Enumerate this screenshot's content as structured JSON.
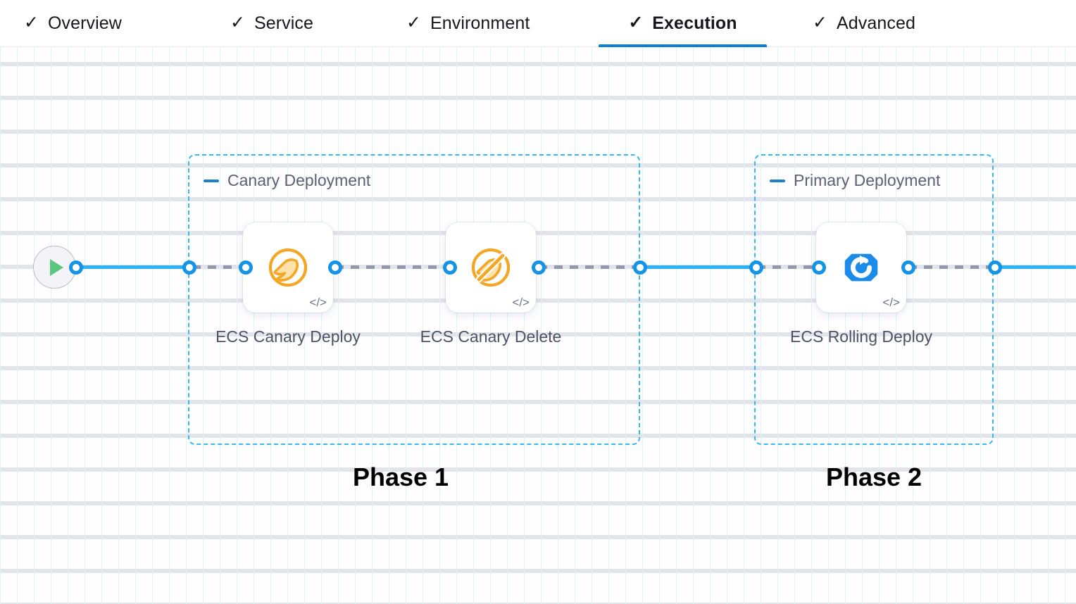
{
  "tabs": [
    {
      "label": "Overview",
      "icon": "check-icon",
      "active": false
    },
    {
      "label": "Service",
      "icon": "check-icon",
      "active": false
    },
    {
      "label": "Environment",
      "icon": "check-icon",
      "active": false
    },
    {
      "label": "Execution",
      "icon": "check-icon",
      "active": true
    },
    {
      "label": "Advanced",
      "icon": "check-icon",
      "active": false
    }
  ],
  "canvas": {
    "start_node": {
      "icon": "play-icon"
    },
    "groups": [
      {
        "title": "Canary Deployment",
        "collapse_icon": "minus-icon"
      },
      {
        "title": "Primary Deployment",
        "collapse_icon": "minus-icon"
      }
    ],
    "nodes": [
      {
        "label": "ECS Canary Deploy",
        "icon": "canary-bird-icon",
        "badge_icon": "code-icon",
        "badge_label": "</>"
      },
      {
        "label": "ECS Canary Delete",
        "icon": "canary-bird-delete-icon",
        "badge_icon": "code-icon",
        "badge_label": "</>"
      },
      {
        "label": "ECS Rolling Deploy",
        "icon": "rolling-deploy-icon",
        "badge_icon": "code-icon",
        "badge_label": "</>"
      }
    ],
    "phase_captions": [
      "Phase 1",
      "Phase 2"
    ]
  },
  "colors": {
    "accent_blue": "#0b7fd4",
    "edge_blue": "#2cb3f5",
    "port_blue": "#1593e6",
    "group_border": "#35b9f2",
    "edge_dashed_gray": "#9299ab",
    "canary_orange": "#f5a623",
    "rolling_blue": "#1b8bea",
    "play_green": "#5bc67e",
    "label_gray": "#4c5365"
  }
}
